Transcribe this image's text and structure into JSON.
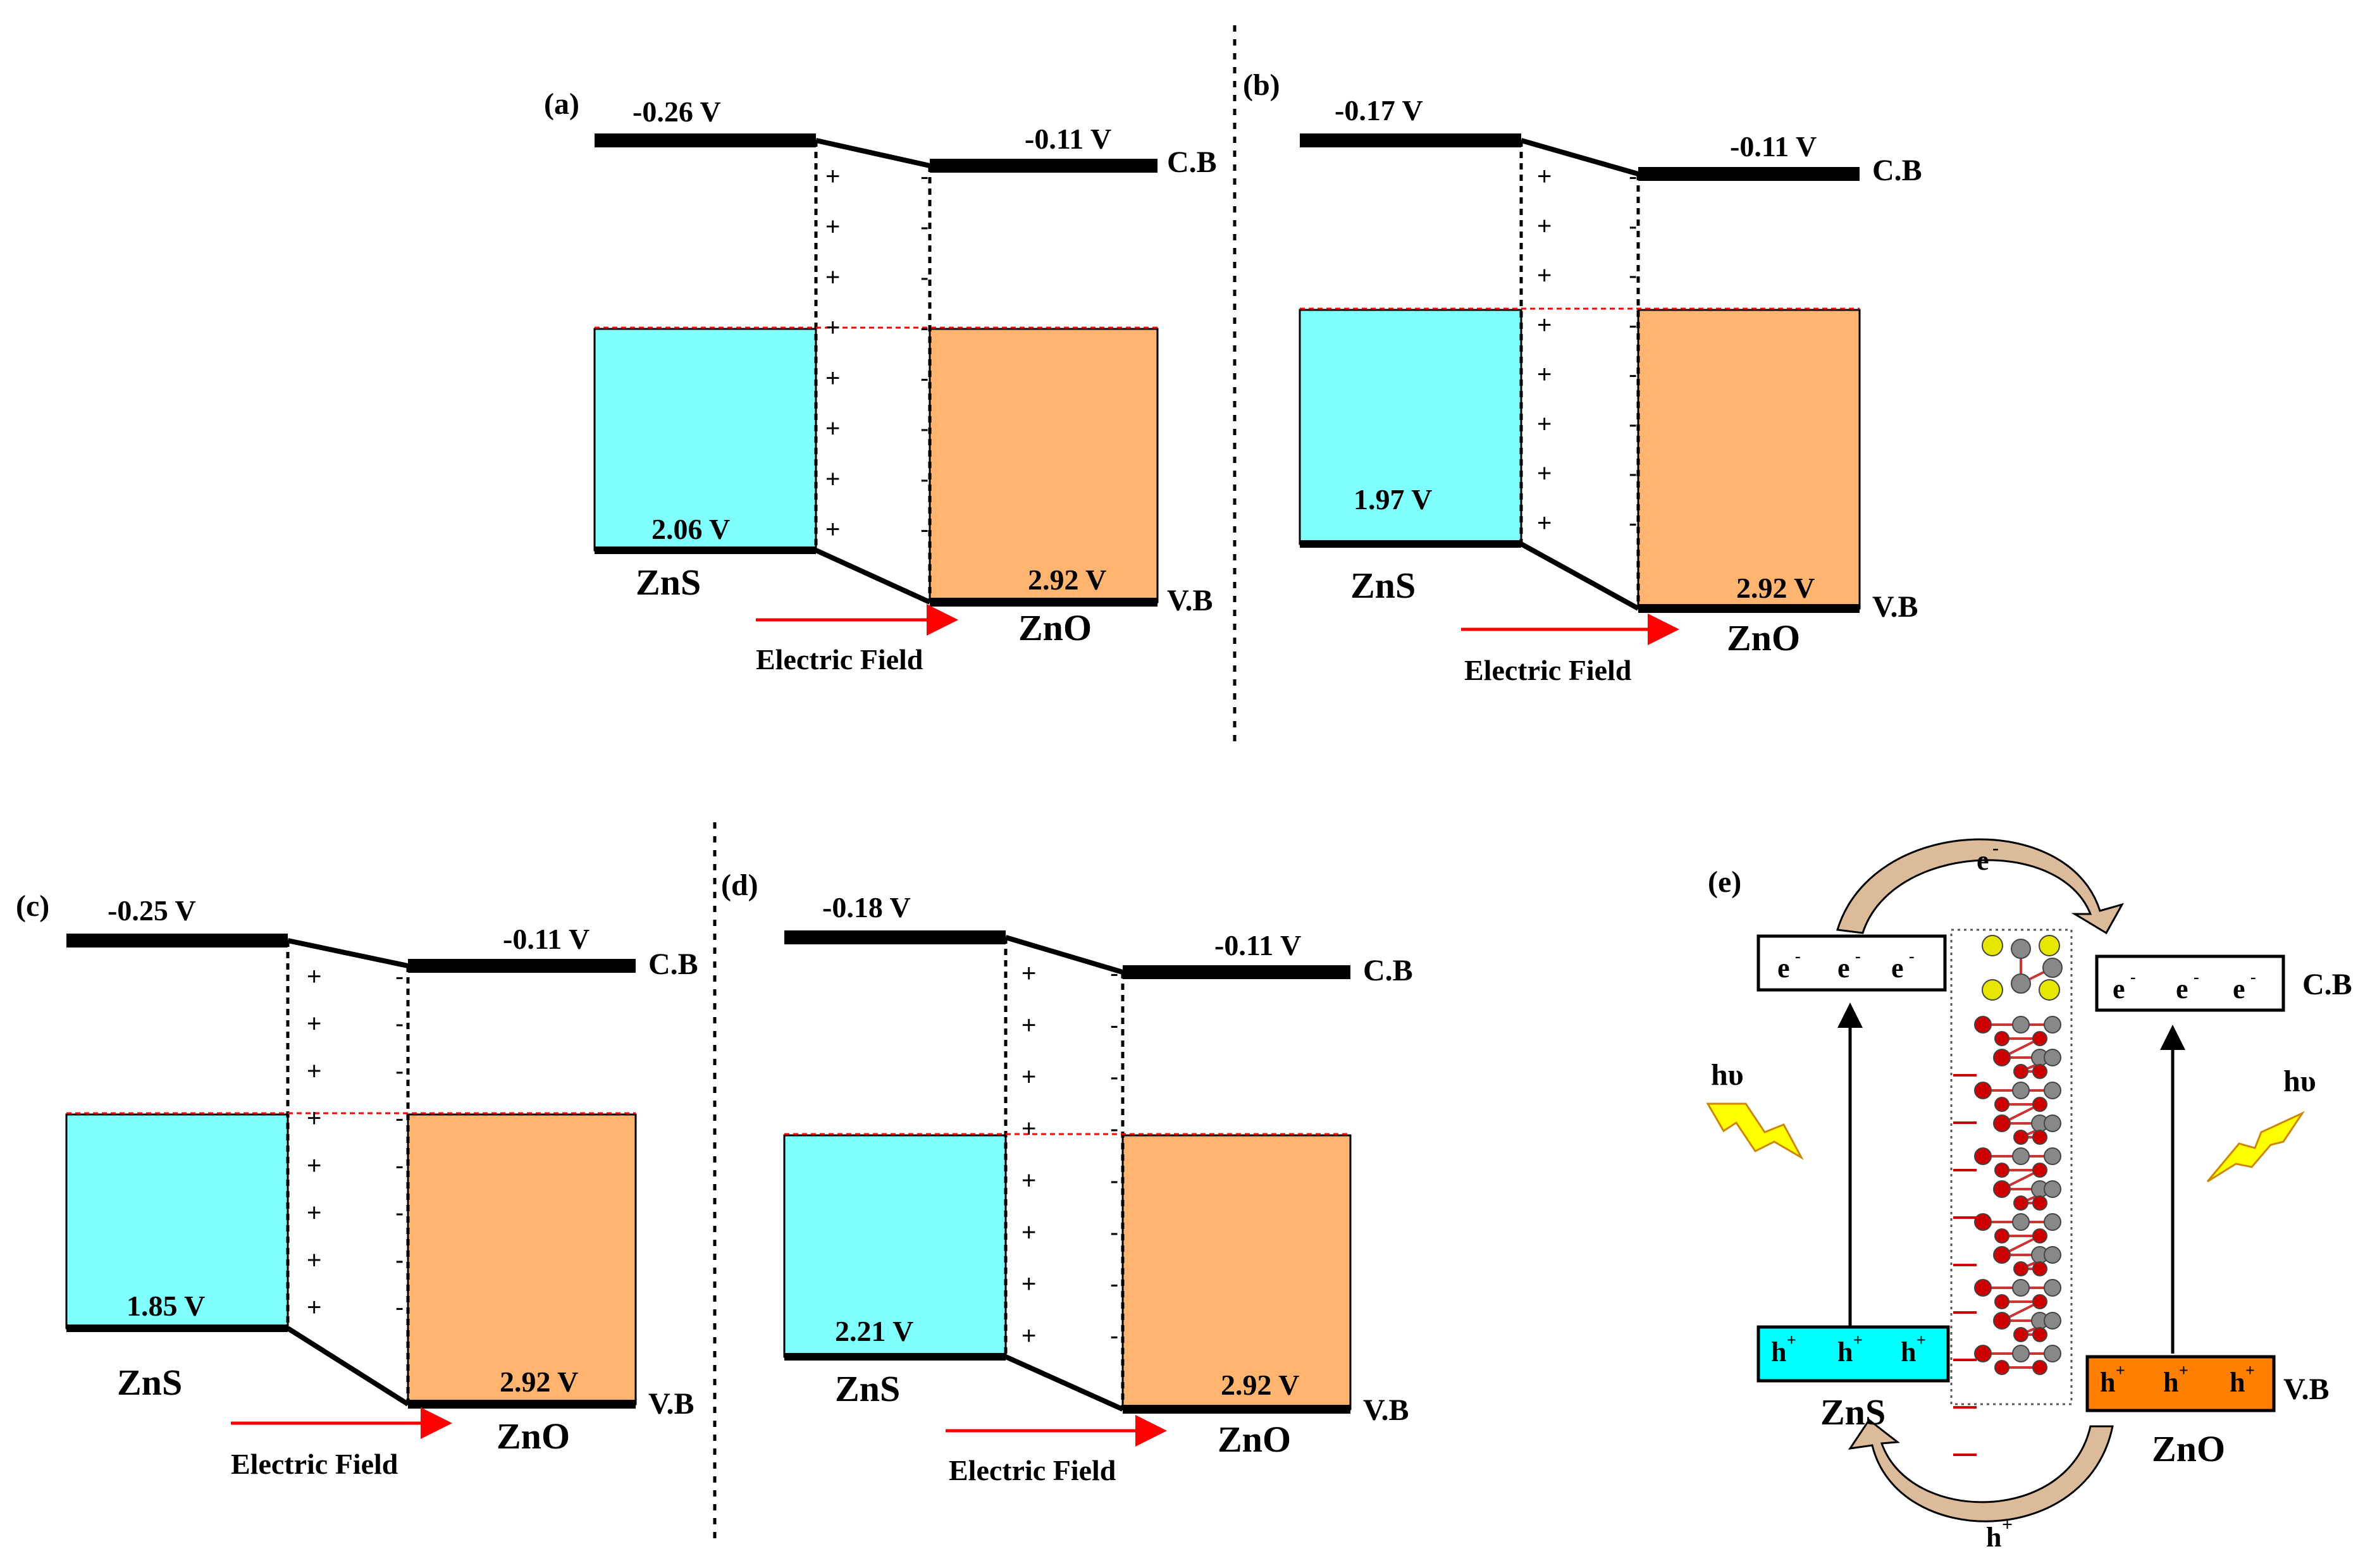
{
  "panels": [
    {
      "label": "(a)",
      "cb_left": "-0.26 V",
      "cb_right": "-0.11 V",
      "vb_left": "2.06 V",
      "vb_right": "2.92 V",
      "mat_left": "ZnS",
      "mat_right": "ZnO",
      "cb_tag": "C.B",
      "vb_tag": "V.B",
      "field": "Electric Field"
    },
    {
      "label": "(b)",
      "cb_left": "-0.17 V",
      "cb_right": "-0.11 V",
      "vb_left": "1.97 V",
      "vb_right": "2.92 V",
      "mat_left": "ZnS",
      "mat_right": "ZnO",
      "cb_tag": "C.B",
      "vb_tag": "V.B",
      "field": "Electric Field"
    },
    {
      "label": "(c)",
      "cb_left": "-0.25 V",
      "cb_right": "-0.11 V",
      "vb_left": "1.85 V",
      "vb_right": "2.92 V",
      "mat_left": "ZnS",
      "mat_right": "ZnO",
      "cb_tag": "C.B",
      "vb_tag": "V.B",
      "field": "Electric Field"
    },
    {
      "label": "(d)",
      "cb_left": "-0.18 V",
      "cb_right": "-0.11 V",
      "vb_left": "2.21 V",
      "vb_right": "2.92 V",
      "mat_left": "ZnS",
      "mat_right": "ZnO",
      "cb_tag": "C.B",
      "vb_tag": "V.B",
      "field": "Electric Field"
    }
  ],
  "panel_e": {
    "label": "(e)",
    "electron_top": "e",
    "hole_bottom": "h",
    "electron": "e",
    "hole": "h",
    "hv": "hυ",
    "cb": "C.B",
    "vb": "V.B",
    "left_material": "ZnS",
    "right_material": "ZnO"
  },
  "colors": {
    "zns_fill": "#80ffff",
    "zno_fill": "#ffb570",
    "field_arrow": "#ff0000",
    "interface_line": "#ff0000",
    "zns_vb_box": "#00ffff",
    "zno_vb_box": "#ff8000",
    "lightning": "#ffff00",
    "transfer_arrow": "#dbbb99"
  }
}
